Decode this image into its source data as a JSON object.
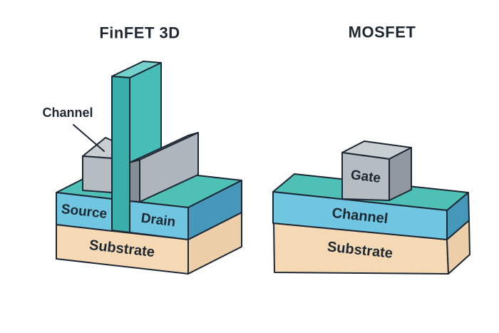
{
  "diagram": {
    "left": {
      "title": "FinFET 3D",
      "channel_label": "Channel",
      "source_label": "Source",
      "drain_label": "Drain",
      "substrate_label": "Substrate"
    },
    "right": {
      "title": "MOSFET",
      "gate_label": "Gate",
      "channel_label": "Channel",
      "substrate_label": "Substrate"
    }
  },
  "colors": {
    "background": "#ffffff",
    "outline": "#1c2733",
    "text": "#1e2833",
    "fin_front": "#3aaeab",
    "fin_side": "#47bdb7",
    "fin_top": "#74d2ca",
    "layer_front": "#70c6e0",
    "layer_top": "#4ec0b6",
    "layer_side": "#4698ba",
    "substrate_front": "#f4d9b4",
    "substrate_side": "#eccfa9",
    "gate_front": "#b5bcc2",
    "gate_top": "#c9ced3",
    "gate_side": "#9099a1",
    "gate_slab_face": "#aeb5bc",
    "gate_slab_front": "#868f96"
  }
}
